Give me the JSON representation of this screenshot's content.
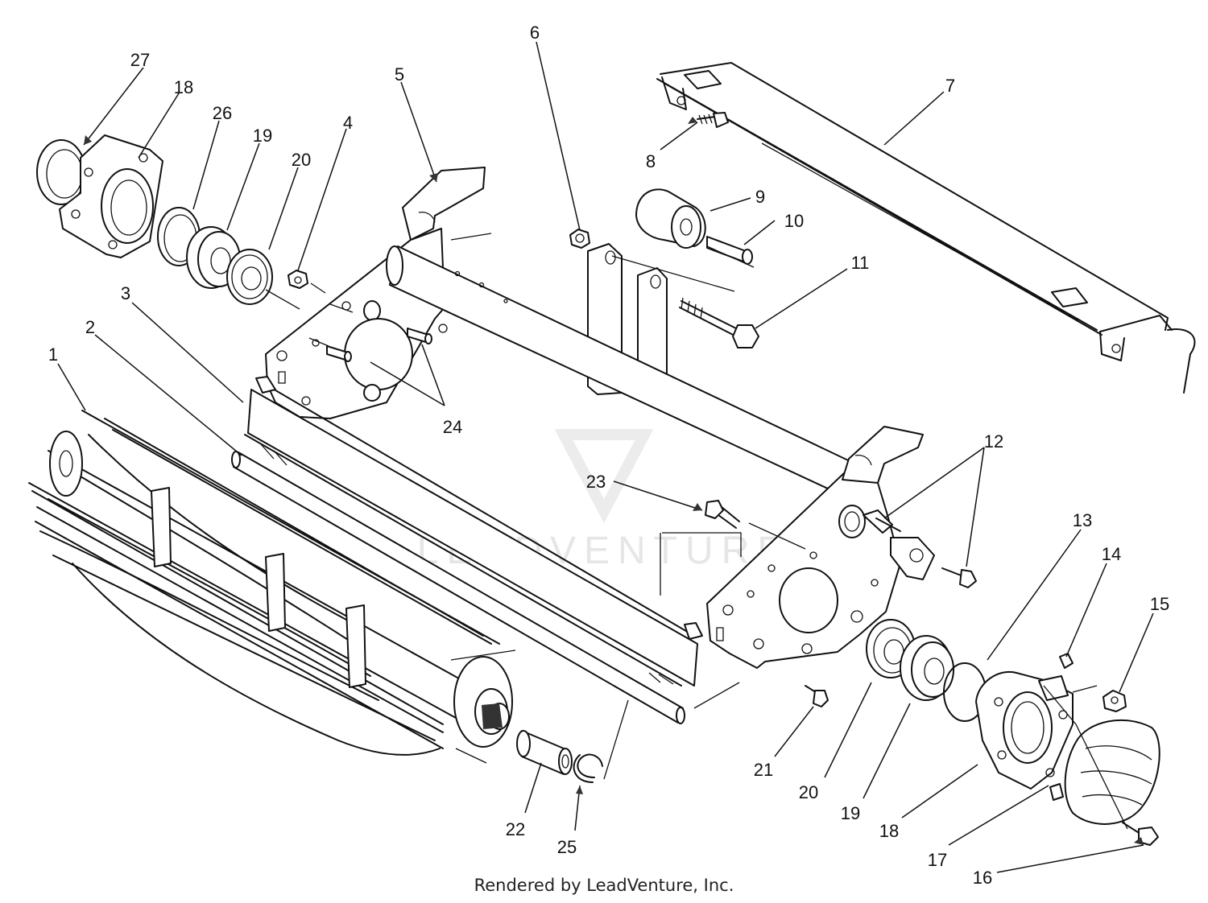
{
  "diagram": {
    "watermark_text": "LEADVENTURE",
    "footer_text": "Rendered by LeadVenture, Inc.",
    "colors": {
      "ink": "#111111",
      "watermark": "#e6e6e6",
      "background": "#ffffff"
    },
    "callouts": [
      {
        "id": "callout-1",
        "label": "1"
      },
      {
        "id": "callout-2",
        "label": "2"
      },
      {
        "id": "callout-3",
        "label": "3"
      },
      {
        "id": "callout-4",
        "label": "4"
      },
      {
        "id": "callout-5",
        "label": "5"
      },
      {
        "id": "callout-6",
        "label": "6"
      },
      {
        "id": "callout-7",
        "label": "7"
      },
      {
        "id": "callout-8",
        "label": "8"
      },
      {
        "id": "callout-9",
        "label": "9"
      },
      {
        "id": "callout-10",
        "label": "10"
      },
      {
        "id": "callout-11",
        "label": "11"
      },
      {
        "id": "callout-12",
        "label": "12"
      },
      {
        "id": "callout-13",
        "label": "13"
      },
      {
        "id": "callout-14",
        "label": "14"
      },
      {
        "id": "callout-15",
        "label": "15"
      },
      {
        "id": "callout-16",
        "label": "16"
      },
      {
        "id": "callout-17",
        "label": "17"
      },
      {
        "id": "callout-18a",
        "label": "18"
      },
      {
        "id": "callout-18b",
        "label": "18"
      },
      {
        "id": "callout-19a",
        "label": "19"
      },
      {
        "id": "callout-19b",
        "label": "19"
      },
      {
        "id": "callout-20a",
        "label": "20"
      },
      {
        "id": "callout-20b",
        "label": "20"
      },
      {
        "id": "callout-21",
        "label": "21"
      },
      {
        "id": "callout-22",
        "label": "22"
      },
      {
        "id": "callout-23",
        "label": "23"
      },
      {
        "id": "callout-24",
        "label": "24"
      },
      {
        "id": "callout-25",
        "label": "25"
      },
      {
        "id": "callout-26",
        "label": "26"
      },
      {
        "id": "callout-27",
        "label": "27"
      }
    ]
  }
}
